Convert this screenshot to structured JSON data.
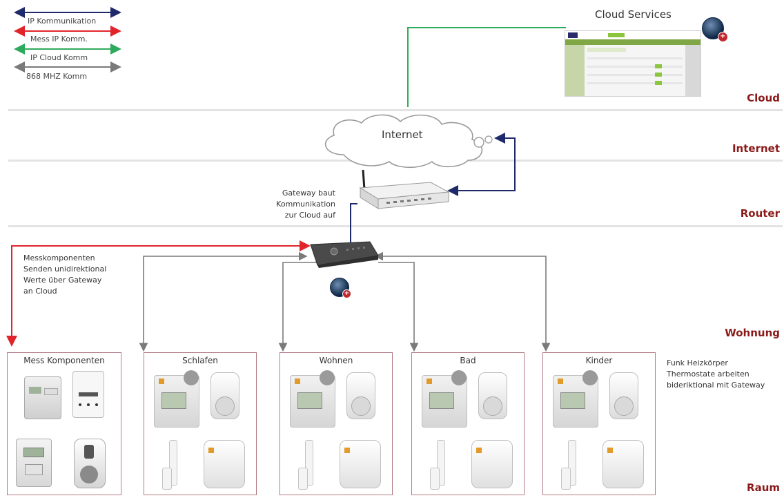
{
  "legend": [
    {
      "label": "IP Kommunikation",
      "color": "#1f2a6b"
    },
    {
      "label": "Mess IP Komm.",
      "color": "#e0242a"
    },
    {
      "label": "IP Cloud Komm",
      "color": "#2eaa5c"
    },
    {
      "label": "868 MHZ Komm",
      "color": "#7a7a7a"
    }
  ],
  "layers": {
    "cloud": "Cloud",
    "internet": "Internet",
    "router": "Router",
    "wohnung": "Wohnung",
    "raum": "Raum"
  },
  "cloud_services": "Cloud Services",
  "internet_label": "Internet",
  "gateway_note": [
    "Gateway baut",
    "Kommunikation",
    "zur Cloud auf"
  ],
  "mess_note": [
    "Messkomponenten",
    "Senden unidirektional",
    "Werte über Gateway",
    "an Cloud"
  ],
  "thermostat_note": [
    "Funk Heizkörper",
    "Thermostate arbeiten",
    "bideriktional mit Gateway"
  ],
  "rooms": {
    "mess": "Mess Komponenten",
    "schlafen": "Schlafen",
    "wohnen": "Wohnen",
    "bad": "Bad",
    "kinder": "Kinder"
  },
  "icon_names": [
    "globe-icon",
    "cloud-icon",
    "router-icon",
    "gateway-icon",
    "thermostat-icon",
    "plug-icon",
    "sensor-icon",
    "meter-icon"
  ]
}
